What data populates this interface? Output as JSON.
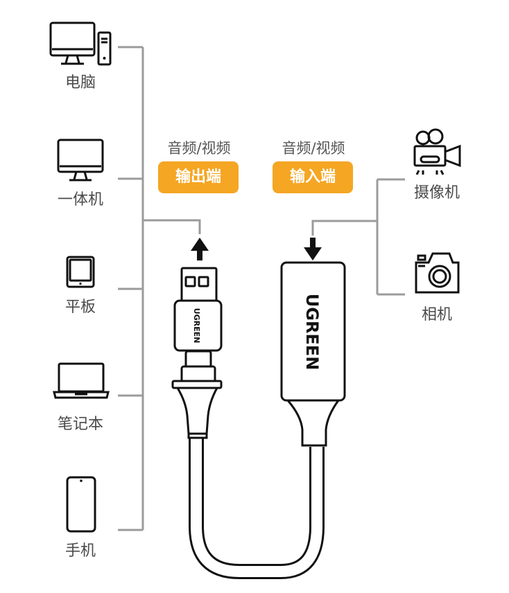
{
  "left_devices": [
    "电脑",
    "一体机",
    "平板",
    "笔记本",
    "手机"
  ],
  "right_devices": [
    "摄像机",
    "相机"
  ],
  "output": {
    "caption": "音频/视频",
    "badge": "输出端"
  },
  "input": {
    "caption": "音频/视频",
    "badge": "输入端"
  },
  "brand": "UGREEN",
  "colors": {
    "badge": "#F5A623",
    "line": "#9b9b9b",
    "ink": "#111111"
  }
}
